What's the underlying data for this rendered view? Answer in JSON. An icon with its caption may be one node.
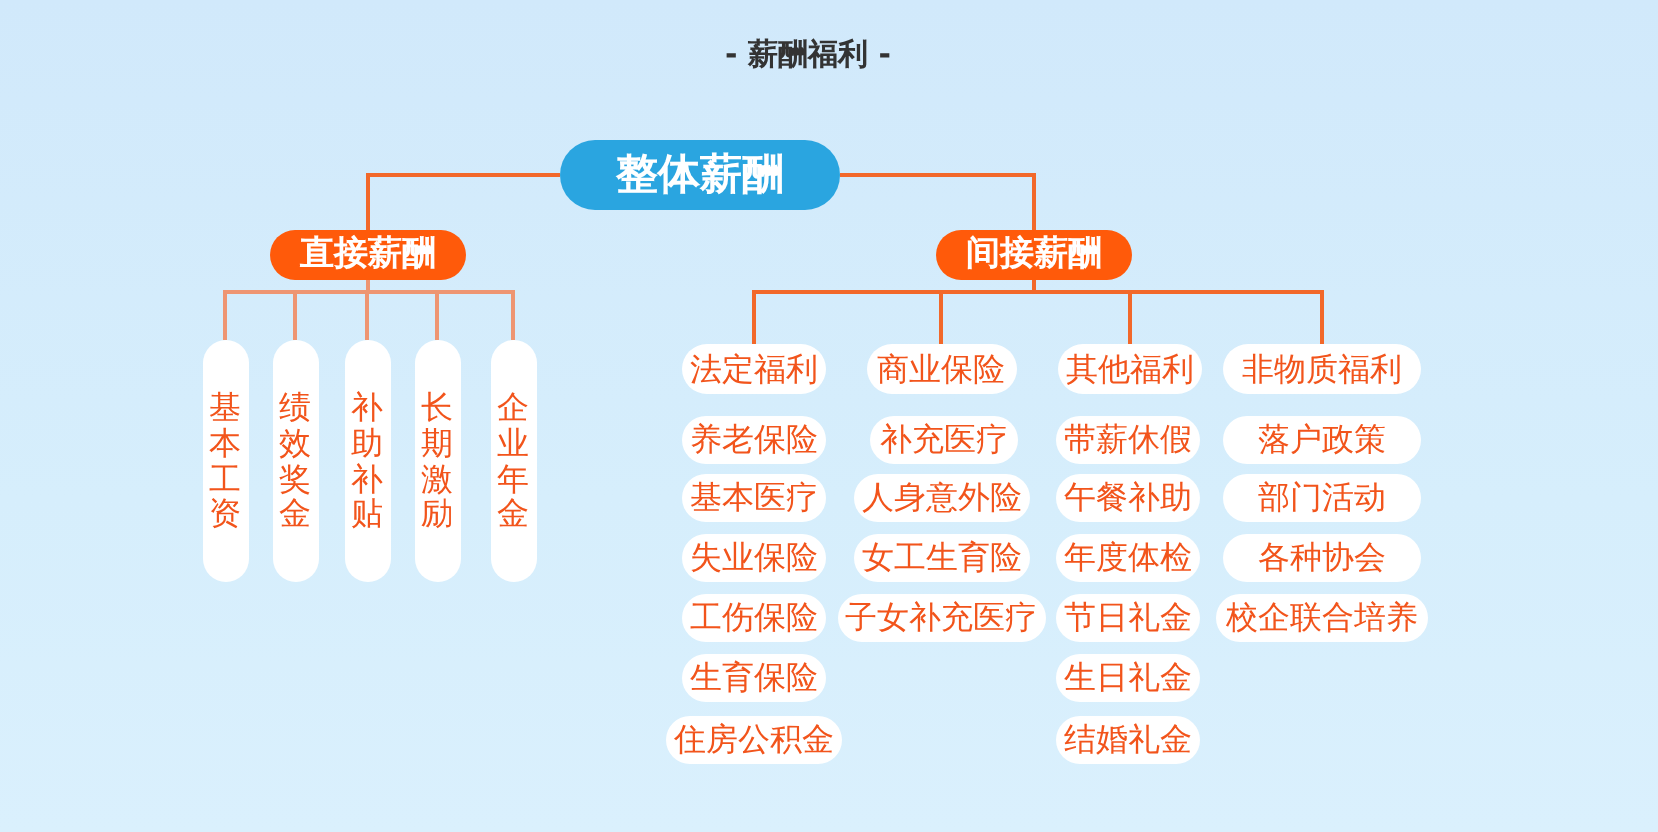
{
  "diagram": {
    "title": "- 薪酬福利 -",
    "nodes": [
      {
        "text": [
          "整体薪酬"
        ]
      },
      {
        "text": [
          "直接薪酬"
        ]
      },
      {
        "text": [
          "间接薪酬"
        ]
      },
      {
        "text": [
          "基本工资"
        ]
      },
      {
        "text": [
          "绩效奖金"
        ]
      },
      {
        "text": [
          "补助补贴"
        ]
      },
      {
        "text": [
          "长期激励"
        ]
      },
      {
        "text": [
          "企业年金"
        ]
      },
      {
        "text": [
          "法定福利"
        ]
      },
      {
        "text": [
          "养老保险"
        ]
      },
      {
        "text": [
          "基本医疗"
        ]
      },
      {
        "text": [
          "失业保险"
        ]
      },
      {
        "text": [
          "工伤保险"
        ]
      },
      {
        "text": [
          "生育保险"
        ]
      },
      {
        "text": [
          "住房公积金"
        ]
      },
      {
        "text": [
          "商业保险"
        ]
      },
      {
        "text": [
          "补充医疗"
        ]
      },
      {
        "text": [
          "人身意外险"
        ]
      },
      {
        "text": [
          "女工生育险"
        ]
      },
      {
        "text": [
          "子女补充医疗"
        ]
      },
      {
        "text": [
          "其他福利"
        ]
      },
      {
        "text": [
          "带薪休假"
        ]
      },
      {
        "text": [
          "午餐补助"
        ]
      },
      {
        "text": [
          "年度体检"
        ]
      },
      {
        "text": [
          "节日礼金"
        ]
      },
      {
        "text": [
          "生日礼金"
        ]
      },
      {
        "text": [
          "结婚礼金"
        ]
      },
      {
        "text": [
          "非物质福利"
        ]
      },
      {
        "text": [
          "落户政策"
        ]
      },
      {
        "text": [
          "部门活动"
        ]
      },
      {
        "text": [
          "各种协会"
        ]
      },
      {
        "text": [
          "校企联合培养"
        ]
      }
    ],
    "edges": [
      {
        "from": 0,
        "to": 1,
        "arrow": "none"
      },
      {
        "from": 0,
        "to": 2,
        "arrow": "none"
      },
      {
        "from": 1,
        "to": 3,
        "arrow": "none",
        "color": "#ee9572"
      },
      {
        "from": 1,
        "to": 4,
        "arrow": "none",
        "color": "#ee9572"
      },
      {
        "from": 1,
        "to": 5,
        "arrow": "none",
        "color": "#ee9572"
      },
      {
        "from": 1,
        "to": 6,
        "arrow": "none",
        "color": "#ee9572"
      },
      {
        "from": 1,
        "to": 7,
        "arrow": "none",
        "color": "#ee9572"
      },
      {
        "from": 2,
        "to": 8,
        "arrow": "none"
      },
      {
        "from": 2,
        "to": 15,
        "arrow": "none"
      },
      {
        "from": 2,
        "to": 20,
        "arrow": "none"
      },
      {
        "from": 2,
        "to": 27,
        "arrow": "none"
      }
    ]
  }
}
